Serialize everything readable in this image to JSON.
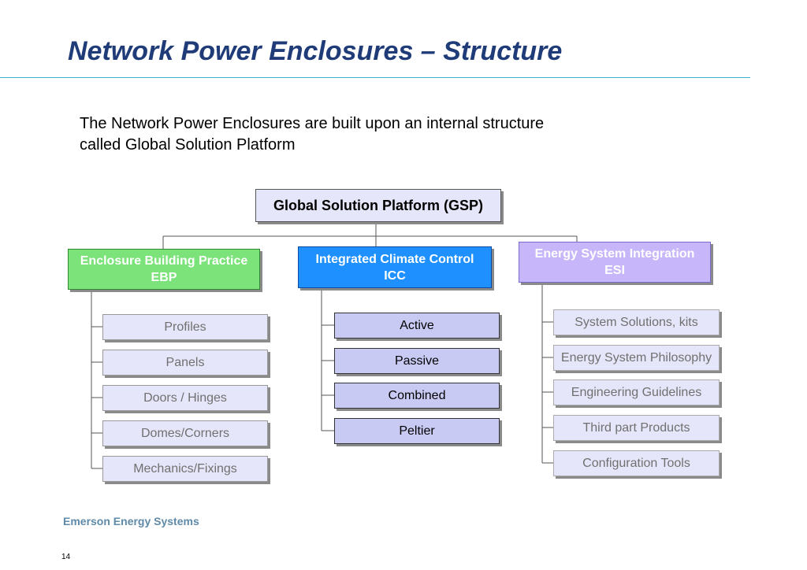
{
  "slide": {
    "title": "Network Power Enclosures – Structure",
    "intro_lines": [
      "The Network Power Enclosures are built upon an internal structure",
      "called Global Solution Platform"
    ],
    "footer": "Emerson Energy Systems",
    "page_number": "14"
  },
  "diagram": {
    "root": "Global Solution Platform (GSP)",
    "categories": [
      {
        "line1": "Enclosure Building Practice",
        "line2": "EBP",
        "color": "#7ce27a",
        "items": [
          "Profiles",
          "Panels",
          "Doors / Hinges",
          "Domes/Corners",
          "Mechanics/Fixings"
        ]
      },
      {
        "line1": "Integrated Climate Control",
        "line2": "ICC",
        "color": "#1e90ff",
        "items": [
          "Active",
          "Passive",
          "Combined",
          "Peltier"
        ]
      },
      {
        "line1": "Energy System Integration",
        "line2": "ESI",
        "color": "#c7b6f9",
        "items": [
          "System Solutions, kits",
          "Energy System Philosophy",
          "Engineering Guidelines",
          "Third part Products",
          "Configuration Tools"
        ]
      }
    ]
  }
}
